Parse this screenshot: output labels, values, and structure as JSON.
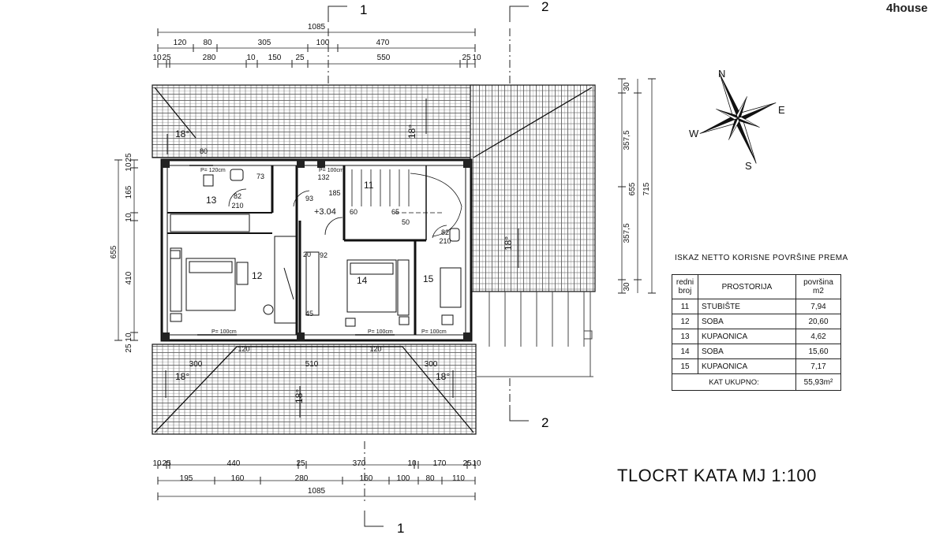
{
  "brand": "4house",
  "title": "TLOCRT KATA MJ 1:100",
  "section_markers": [
    "1",
    "2",
    "2",
    "1"
  ],
  "compass": {
    "N": "N",
    "E": "E",
    "S": "S",
    "W": "W"
  },
  "dims": {
    "top_total": "1085",
    "top_row2": [
      "120",
      "80",
      "305",
      "100",
      "470"
    ],
    "top_row3": [
      "10",
      "25",
      "280",
      "10",
      "150",
      "25",
      "550",
      "25",
      "10"
    ],
    "bottom_row1": [
      "10",
      "25",
      "440",
      "25",
      "370",
      "10",
      "170",
      "25",
      "10"
    ],
    "bottom_row2": [
      "195",
      "160",
      "280",
      "160",
      "100",
      "80",
      "110"
    ],
    "bottom_total": "1085",
    "left_col1": [
      "25",
      "10",
      "165",
      "10",
      "410",
      "10",
      "25"
    ],
    "left_total": "655",
    "right_col": [
      "30",
      "357,5",
      "357,5",
      "30"
    ],
    "right_total1": "655",
    "right_total2": "715"
  },
  "rooms": [
    "11",
    "12",
    "13",
    "14",
    "15"
  ],
  "plan_labels": {
    "angle": "18°",
    "level": "+3.04",
    "eave_300": "300",
    "eave_510": "510",
    "window_120": "P= 120cm",
    "window_100": "P= 100cm",
    "d82": "82",
    "d210": "210",
    "d92": "92",
    "d45": "45",
    "d73": "73",
    "d132": "132",
    "d185": "185",
    "d93": "93",
    "d60": "60",
    "d20": "20",
    "d50": "50",
    "d120": "120",
    "d65": "65",
    "d80": "80"
  },
  "area_table": {
    "caption": "ISKAZ NETTO KORISNE POVRŠINE PREMA",
    "headers": {
      "no_line1": "redni",
      "no_line2": "broj",
      "room": "PROSTORIJA",
      "area_line1": "površina",
      "area_line2": "m2"
    },
    "rows": [
      {
        "no": "11",
        "room": "STUBIŠTE",
        "area": "7,94"
      },
      {
        "no": "12",
        "room": "SOBA",
        "area": "20,60"
      },
      {
        "no": "13",
        "room": "KUPAONICA",
        "area": "4,62"
      },
      {
        "no": "14",
        "room": "SOBA",
        "area": "15,60"
      },
      {
        "no": "15",
        "room": "KUPAONICA",
        "area": "7,17"
      }
    ],
    "total_label": "KAT UKUPNO:",
    "total_value": "55,93m²"
  }
}
